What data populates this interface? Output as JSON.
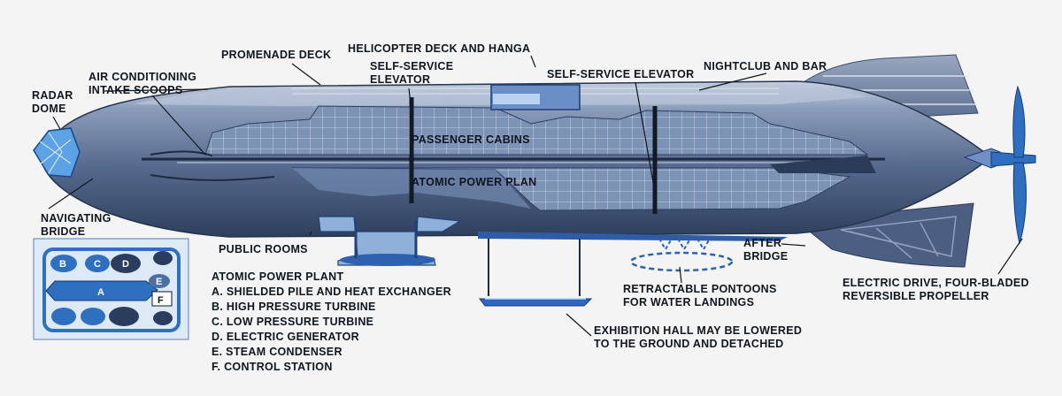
{
  "callouts": {
    "radar_dome": [
      "RADAR",
      "DOME"
    ],
    "air_conditioning": [
      "AIR CONDITIONING",
      "INTAKE SCOOPS"
    ],
    "promenade_deck": [
      "PROMENADE DECK"
    ],
    "helicopter_deck": [
      "HELICOPTER DECK AND HANGA"
    ],
    "self_service_elevator_left": [
      "SELF-SERVICE",
      "ELEVATOR"
    ],
    "self_service_elevator_right": [
      "SELF-SERVICE ELEVATOR"
    ],
    "nightclub": [
      "NIGHTCLUB AND BAR"
    ],
    "passenger_cabins": [
      "PASSENGER CABINS"
    ],
    "atomic_power_plant": [
      "ATOMIC POWER PLAN"
    ],
    "navigating_bridge": [
      "NAVIGATING",
      "BRIDGE"
    ],
    "public_rooms": [
      "PUBLIC ROOMS"
    ],
    "after_bridge": [
      "AFTER",
      "BRIDGE"
    ],
    "pontoons": [
      "RETRACTABLE PONTOONS",
      "FOR WATER LANDINGS"
    ],
    "exhibition_hall": [
      "EXHIBITION HALL MAY BE LOWERED",
      "TO THE GROUND AND DETACHED"
    ],
    "electric_drive": [
      "ELECTRIC DRIVE, FOUR-BLADED",
      "REVERSIBLE PROPELLER"
    ]
  },
  "legend": {
    "title": "ATOMIC POWER PLANT",
    "items": [
      "A.  SHIELDED PILE AND HEAT EXCHANGER",
      "B.  HIGH PRESSURE TURBINE",
      "C.  LOW PRESSURE TURBINE",
      "D.  ELECTRIC GENERATOR",
      "E.  STEAM CONDENSER",
      "F.  CONTROL STATION"
    ]
  },
  "inset": {
    "tags": [
      "B",
      "C",
      "D",
      "A",
      "E",
      "F"
    ]
  },
  "colors": {
    "hull_dark": "#3a4e6e",
    "hull_mid": "#5b6f92",
    "hull_light": "#a9b6cf",
    "accent_blue": "#2f6fc0",
    "interior": "#7f96b8",
    "ink": "#10171f",
    "background": "#f3f4f3"
  }
}
